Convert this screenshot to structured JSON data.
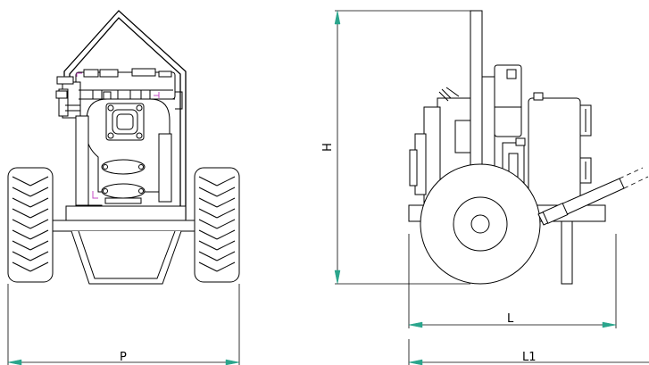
{
  "dimensions": {
    "width_label": "P",
    "height_label": "H",
    "length_label": "L",
    "overall_length_label": "L1"
  },
  "colors": {
    "line": "#000000",
    "arrow": "#2aa58c",
    "accent": "#c44bc4",
    "background": "#ffffff"
  }
}
